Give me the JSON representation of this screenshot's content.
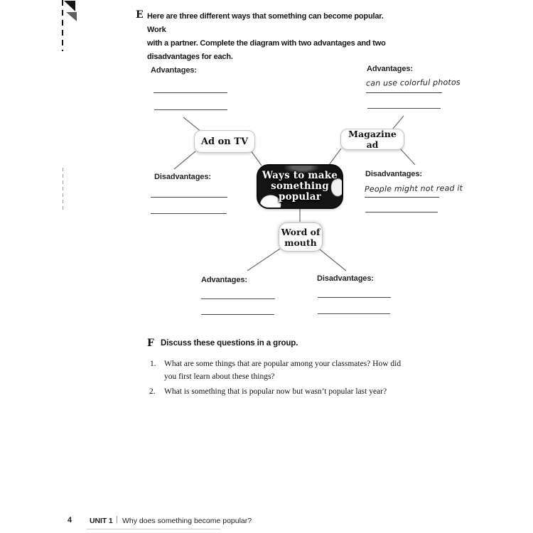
{
  "exercise_e": {
    "letter": "E",
    "lines": [
      "Here are three different ways that something can become popular. Work",
      "with a partner. Complete the diagram with two advantages and two",
      "disadvantages for each."
    ]
  },
  "diagram": {
    "center_lines": [
      "Ways to make",
      "something",
      "popular"
    ],
    "tv": {
      "label": "Ad on TV",
      "adv_label": "Advantages:",
      "dis_label": "Disadvantages:",
      "advantages": [
        "",
        ""
      ],
      "disadvantages": [
        "",
        ""
      ]
    },
    "magazine": {
      "label": "Magazine ad",
      "adv_label": "Advantages:",
      "dis_label": "Disadvantages:",
      "advantages": [
        "can use colorful photos",
        ""
      ],
      "disadvantages": [
        "People might not read it",
        ""
      ]
    },
    "word_of_mouth": {
      "label_lines": [
        "Word of",
        "mouth"
      ],
      "adv_label": "Advantages:",
      "dis_label": "Disadvantages:",
      "advantages": [
        "",
        ""
      ],
      "disadvantages": [
        "",
        ""
      ]
    }
  },
  "exercise_f": {
    "letter": "F",
    "instructions": "Discuss these questions in a group.",
    "questions": [
      {
        "number": "1.",
        "lines": [
          "What are some things that are popular among your classmates? How did",
          "you first learn about these things?"
        ]
      },
      {
        "number": "2.",
        "lines": [
          "What is something that is popular now but wasn’t popular last year?"
        ]
      }
    ]
  },
  "footer": {
    "page_number": "4",
    "unit_label": "UNIT 1",
    "separator": "|",
    "unit_title": "Why does something become popular?"
  },
  "colors": {
    "ink": "#1a1a1a",
    "connector_gray": "#6e6e6e",
    "blank_line": "#4c4c4c",
    "node_border": "#c6c6c6",
    "center_node_bg": "#151515"
  }
}
